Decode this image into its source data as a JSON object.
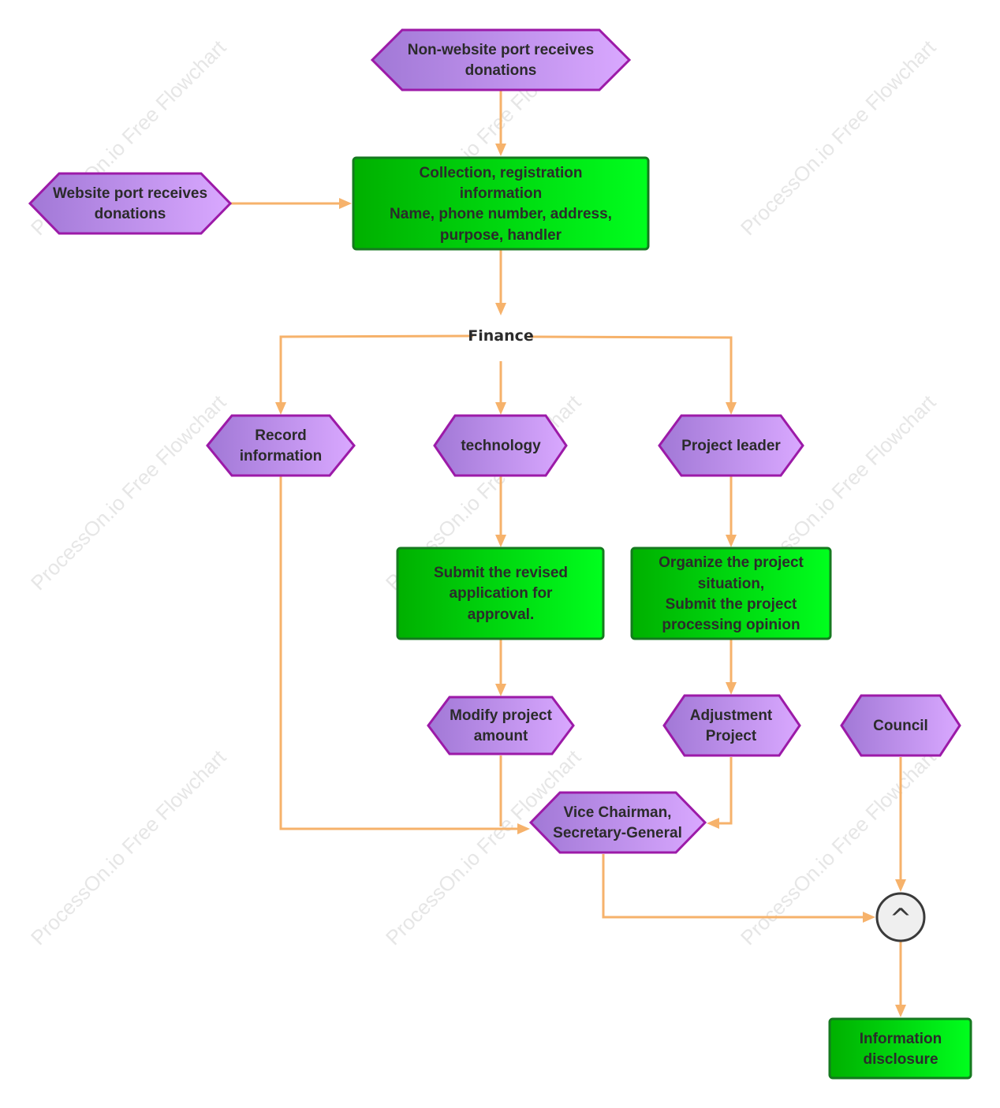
{
  "watermark": "ProcessOn.io Free Flowchart",
  "colors": {
    "hex_fill_start": "#a178d6",
    "hex_fill_end": "#d9a8ff",
    "hex_stroke": "#9c1aa8",
    "rect_fill_start": "#00b000",
    "rect_fill_end": "#00ff1e",
    "rect_stroke": "#157a1f",
    "edge": "#f6b26b"
  },
  "nodes": {
    "non_website_port": {
      "lines": [
        "Non-website port receives",
        "donations"
      ]
    },
    "website_port": {
      "lines": [
        "Website port receives",
        "donations"
      ]
    },
    "collection": {
      "lines": [
        "Collection, registration",
        "information",
        "Name, phone number, address,",
        "purpose, handler"
      ]
    },
    "finance": {
      "lines": [
        "Finance"
      ]
    },
    "record_information": {
      "lines": [
        "Record",
        "information"
      ]
    },
    "technology": {
      "lines": [
        "technology"
      ]
    },
    "project_leader": {
      "lines": [
        "Project leader"
      ]
    },
    "submit_revised": {
      "lines": [
        "Submit the revised",
        "application for",
        "approval."
      ]
    },
    "organize_project": {
      "lines": [
        "Organize the project",
        "situation,",
        "Submit the project",
        "processing opinion"
      ]
    },
    "modify_amount": {
      "lines": [
        "Modify project",
        "amount"
      ]
    },
    "adjustment_project": {
      "lines": [
        "Adjustment",
        "Project"
      ]
    },
    "council": {
      "lines": [
        "Council"
      ]
    },
    "vice_chairman": {
      "lines": [
        "Vice Chairman,",
        "Secretary-General"
      ]
    },
    "and_gate": {
      "lines": [
        "^"
      ]
    },
    "information_disclosure": {
      "lines": [
        "Information",
        "disclosure"
      ]
    }
  }
}
